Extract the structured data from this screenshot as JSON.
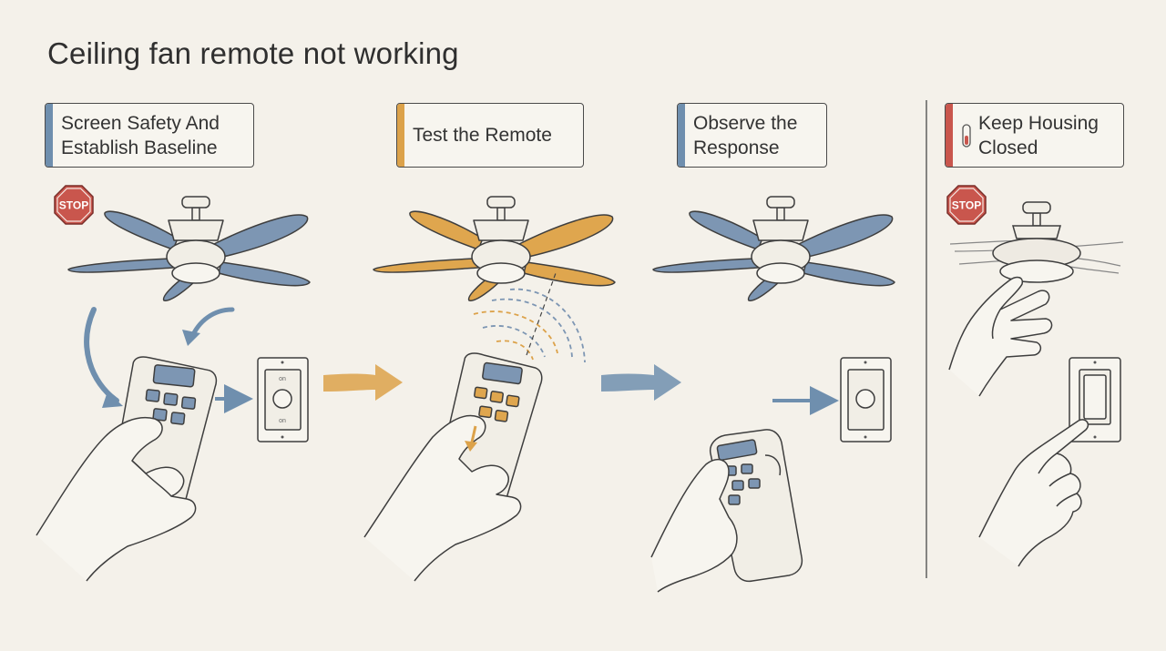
{
  "title": "Ceiling fan remote not working",
  "colors": {
    "background": "#f4f1ea",
    "blue_accent": "#6f8fae",
    "orange_accent": "#dca24a",
    "red_accent": "#c9564d",
    "ink": "#444444"
  },
  "steps": [
    {
      "label": "Screen Safety And\nEstablish Baseline",
      "accent": "#6f8fae"
    },
    {
      "label": "Test the Remote",
      "accent": "#dca24a"
    },
    {
      "label": "Observe the\nResponse",
      "accent": "#6f8fae"
    },
    {
      "label": "Keep Housing\nClosed",
      "accent": "#c9564d"
    }
  ],
  "stop_sign_text": "STOP",
  "switch_text": {
    "top": "on",
    "bottom": "on"
  }
}
